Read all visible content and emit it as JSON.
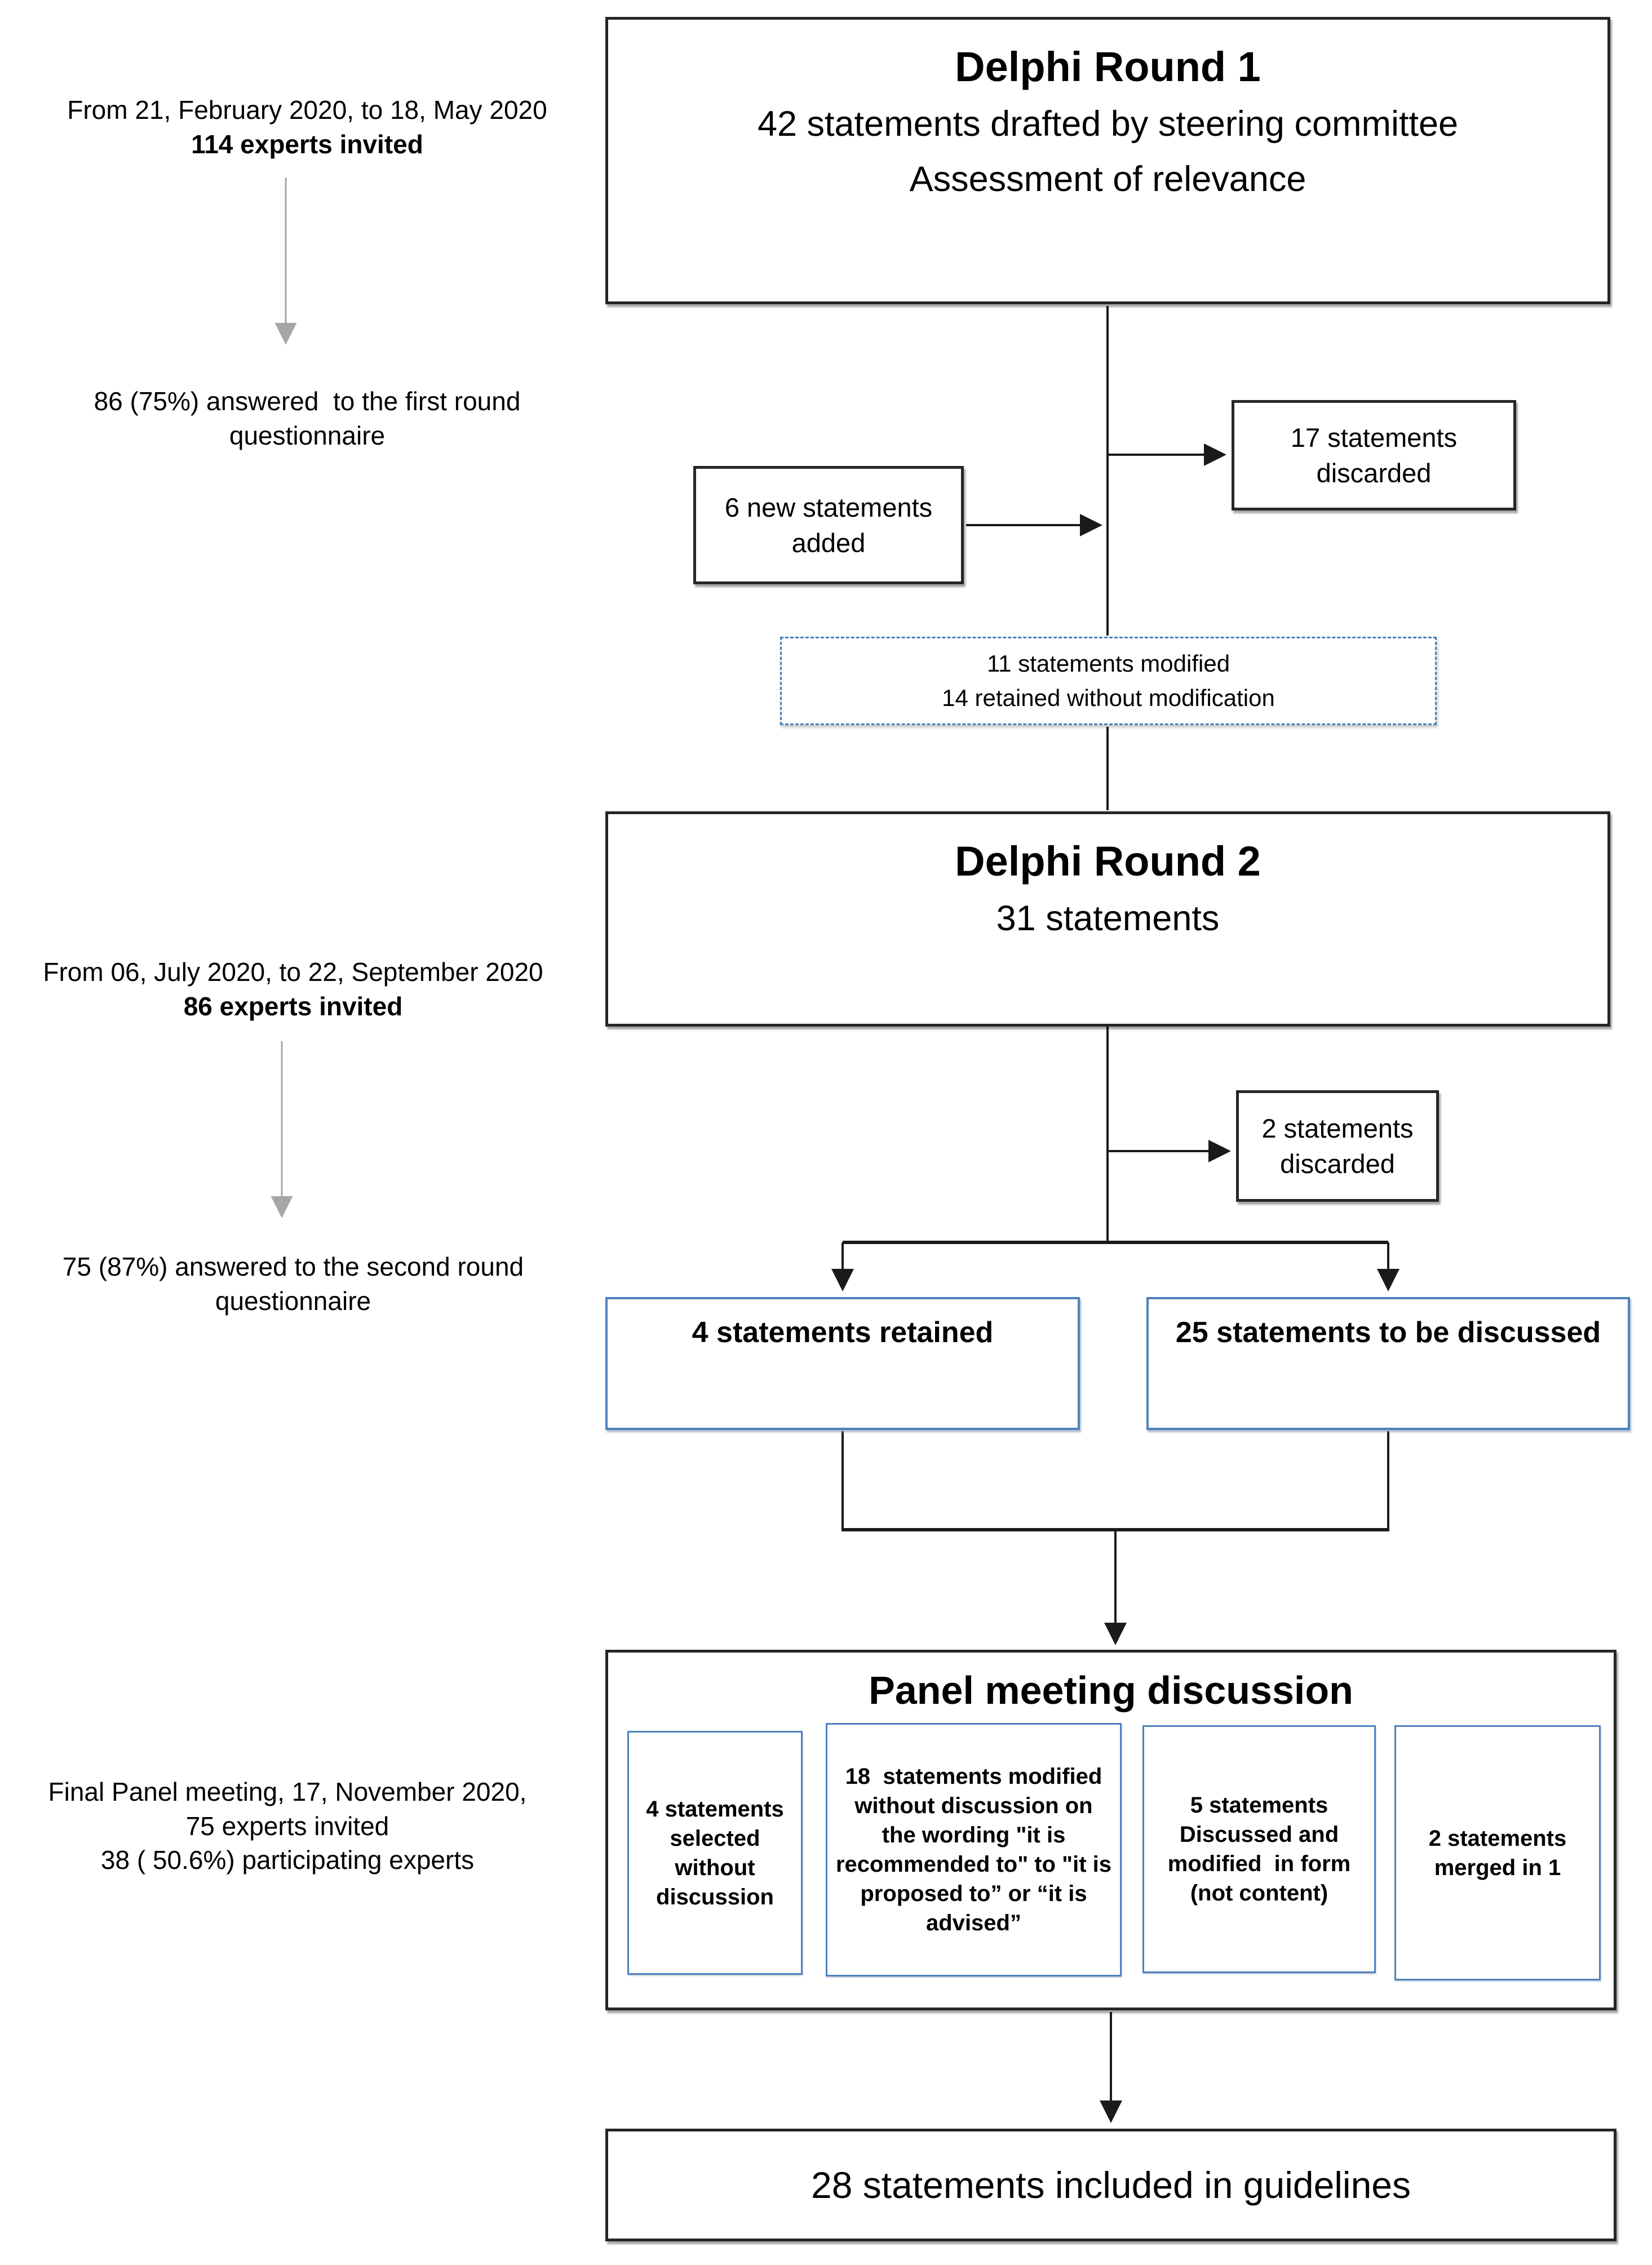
{
  "colors": {
    "accent_blue": "#4f81bd",
    "dashed_blue": "#4a7dbd",
    "box_border": "#262626",
    "connector": "#1a1a1a",
    "gray_arrow": "#a6a6a6"
  },
  "left_column": {
    "period1": {
      "line1": "From 21, February 2020, to 18, May 2020",
      "line2": "114 experts invited"
    },
    "response1": {
      "line1": "86 (75%) answered  to the first round",
      "line2": "questionnaire"
    },
    "period2": {
      "line1": "From 06, July 2020, to 22, September 2020",
      "line2": "86 experts invited"
    },
    "response2": {
      "line1": "75 (87%) answered to the second round",
      "line2": "questionnaire"
    },
    "final_meeting": {
      "line1": "Final Panel meeting, 17, November 2020,",
      "line2": "75 experts invited",
      "line3": "38 ( 50.6%) participating experts"
    }
  },
  "flow": {
    "round1": {
      "title": "Delphi Round 1",
      "line1": "42 statements drafted by steering committee",
      "line2": "Assessment of relevance"
    },
    "discarded1": {
      "text": "17 statements discarded"
    },
    "added": {
      "text": "6 new statements added"
    },
    "modified": {
      "line1": "11 statements modified",
      "line2": "14 retained without modification"
    },
    "round2": {
      "title": "Delphi Round 2",
      "line1": "31 statements"
    },
    "discarded2": {
      "text": "2 statements discarded"
    },
    "retained": {
      "text": "4 statements retained"
    },
    "discussed": {
      "text": "25 statements to be discussed"
    },
    "panel": {
      "title": "Panel meeting discussion",
      "sub1": "4 statements selected without discussion",
      "sub2": "18  statements modified without discussion on the wording \"it is recommended to\" to \"it is proposed to” or “it is advised”",
      "sub3": "5 statements Discussed and modified  in form (not content)",
      "sub4": "2 statements merged in 1"
    },
    "result": {
      "text": "28 statements included in guidelines"
    }
  }
}
